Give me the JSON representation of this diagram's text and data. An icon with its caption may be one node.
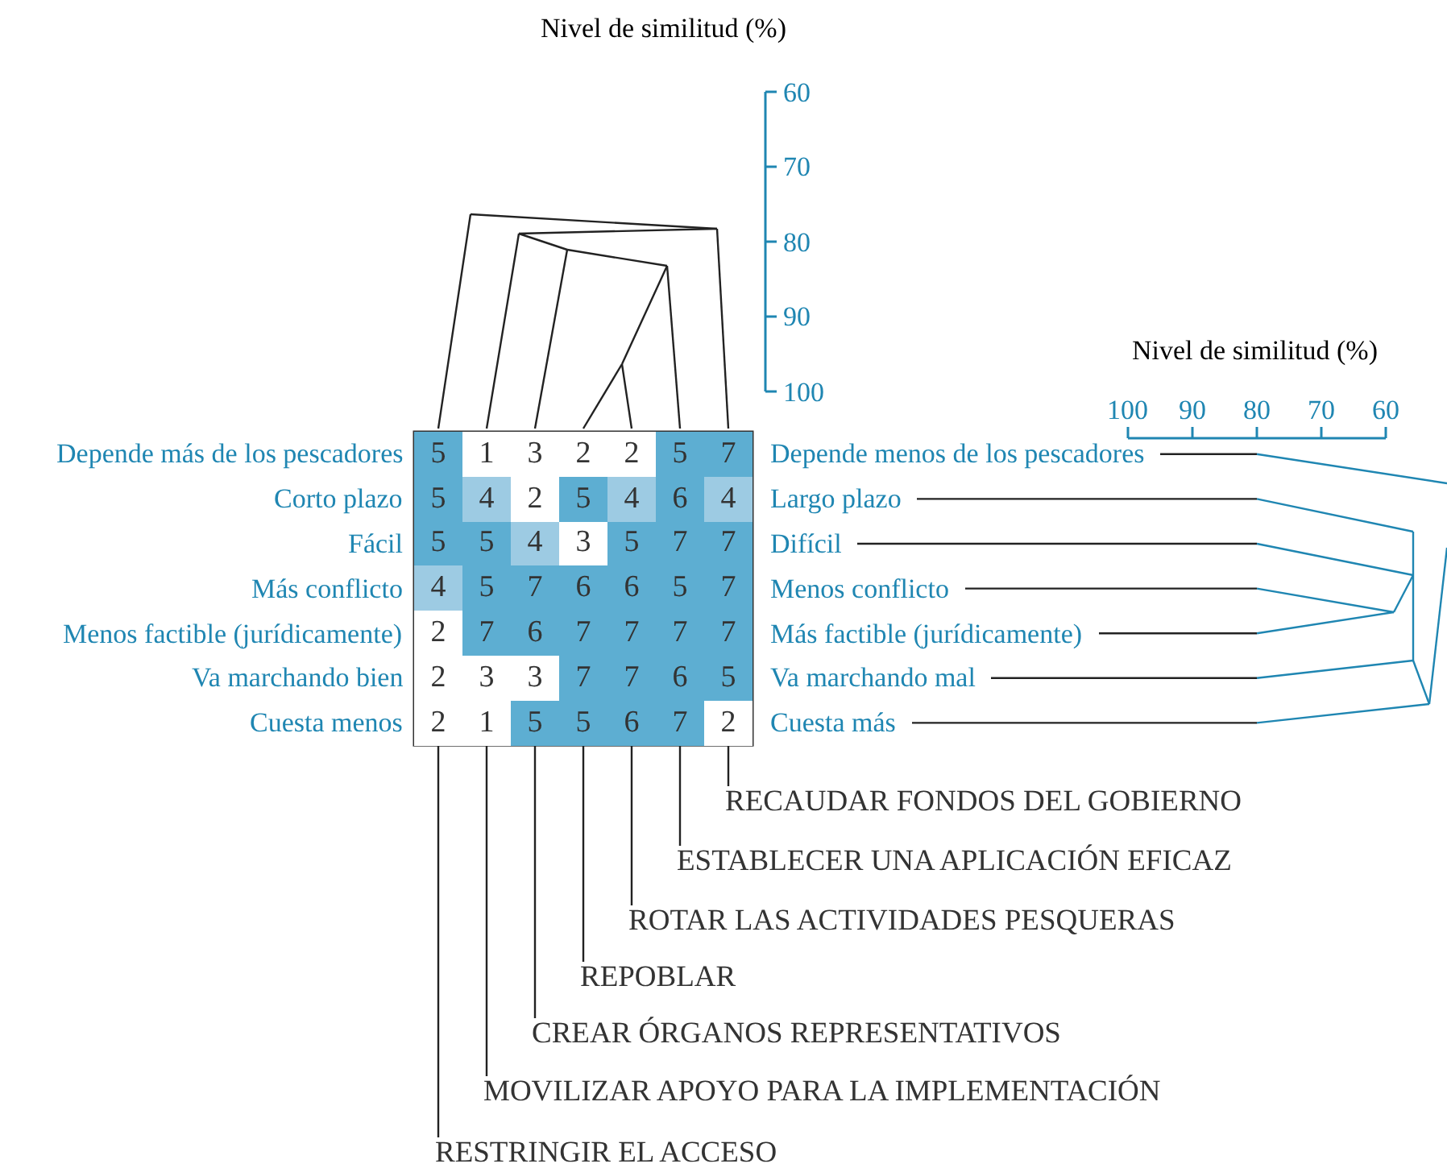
{
  "diagram": {
    "nodes": [
      {
        "text": [
          "RECAUDAR FONDOS DEL GOBIERNO"
        ]
      },
      {
        "text": [
          "ESTABLECER UNA APLICACIÓN EFICAZ"
        ]
      },
      {
        "text": [
          "ROTAR LAS ACTIVIDADES PESQUERAS"
        ]
      },
      {
        "text": [
          "REPOBLAR"
        ]
      },
      {
        "text": [
          "CREAR ÓRGANOS REPRESENTATIVOS"
        ]
      },
      {
        "text": [
          "MOVILIZAR APOYO PARA LA IMPLEMENTACIÓN"
        ]
      },
      {
        "text": [
          "RESTRINGIR EL ACCESO"
        ]
      },
      {
        "text": [
          "2"
        ]
      },
      {
        "text": [
          "1"
        ]
      },
      {
        "text": [
          "5"
        ]
      },
      {
        "text": [
          "5"
        ]
      },
      {
        "text": [
          "6"
        ]
      },
      {
        "text": [
          "7"
        ]
      },
      {
        "text": [
          "2"
        ]
      }
    ],
    "edges": [
      {
        "from": 0,
        "to": 13,
        "arrow": "none"
      },
      {
        "from": 1,
        "to": 12,
        "arrow": "none"
      },
      {
        "from": 2,
        "to": 11,
        "arrow": "none"
      },
      {
        "from": 3,
        "to": 10,
        "arrow": "none"
      },
      {
        "from": 4,
        "to": 9,
        "arrow": "none"
      },
      {
        "from": 5,
        "to": 8,
        "arrow": "none"
      },
      {
        "from": 6,
        "to": 7,
        "arrow": "none"
      }
    ],
    "labels": [
      "Nivel de similitud (%)",
      "60",
      "70",
      "80",
      "90",
      "100",
      "Nivel de similitud (%)",
      "100",
      "90",
      "80",
      "70",
      "60",
      "Depende más de los pescadores",
      "5",
      "1",
      "3",
      "2",
      "2",
      "5",
      "7",
      "Depende menos de los pescadores",
      "Corto plazo",
      "5",
      "4",
      "2",
      "5",
      "4",
      "6",
      "4",
      "Largo plazo",
      "Fácil",
      "5",
      "5",
      "4",
      "3",
      "5",
      "7",
      "7",
      "Difícil",
      "Más conflicto",
      "4",
      "5",
      "7",
      "6",
      "6",
      "5",
      "7",
      "Menos conflicto",
      "Menos factible (jurídicamente)",
      "2",
      "7",
      "6",
      "7",
      "7",
      "7",
      "7",
      "Más factible (jurídicamente)",
      "Va marchando bien",
      "2",
      "3",
      "3",
      "7",
      "7",
      "6",
      "5",
      "Va marchando mal",
      "Cuesta menos",
      "Cuesta más"
    ]
  }
}
